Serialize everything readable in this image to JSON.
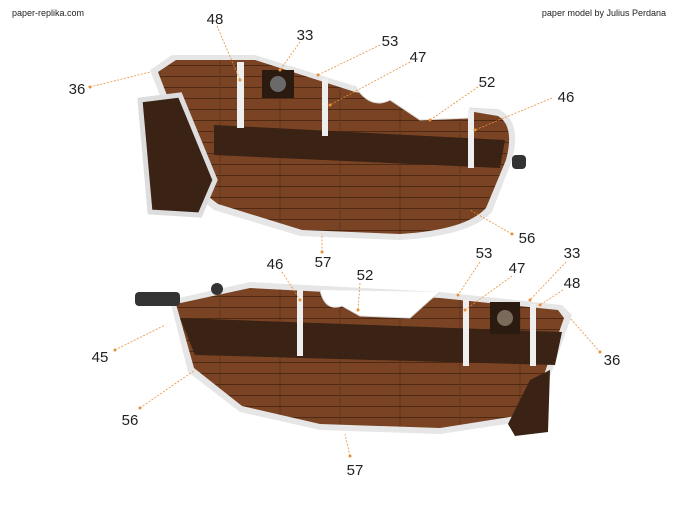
{
  "header": {
    "site": "paper-replika.com",
    "credit": "paper model by Julius Perdana"
  },
  "colors": {
    "wood": "#7a4424",
    "wood_light": "#8f5330",
    "wale": "#3a2214",
    "trim": "#ececec",
    "leader": "#e8903a"
  },
  "top_view": {
    "labels": [
      "48",
      "33",
      "53",
      "47",
      "52",
      "46",
      "36",
      "57",
      "56"
    ]
  },
  "bottom_view": {
    "labels": [
      "46",
      "52",
      "53",
      "47",
      "33",
      "48",
      "36",
      "45",
      "56",
      "57"
    ]
  }
}
